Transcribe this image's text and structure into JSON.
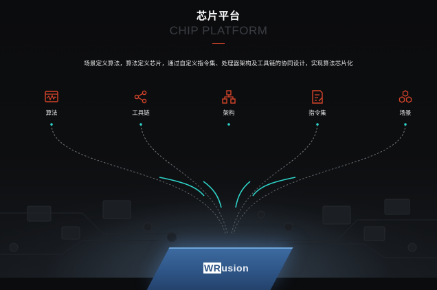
{
  "header": {
    "title": "芯片平台",
    "subtitle": "CHIP PLATFORM"
  },
  "description": "场景定义算法，算法定义芯片，通过自定义指令集、处理器架构及工具链的协同设计，实现算法芯片化",
  "items": [
    {
      "label": "算法",
      "icon": "waveform-chart-icon"
    },
    {
      "label": "工具链",
      "icon": "share-nodes-icon"
    },
    {
      "label": "架构",
      "icon": "hierarchy-blocks-icon"
    },
    {
      "label": "指令集",
      "icon": "document-edit-icon"
    },
    {
      "label": "场景",
      "icon": "hexagon-cluster-icon"
    }
  ],
  "chip": {
    "brand_mark": "WR",
    "brand_text": "usion"
  },
  "colors": {
    "accent": "#d6452a",
    "highlight": "#2ed2c8",
    "background": "#0b0c0e",
    "chip_blue": "#2d5384"
  }
}
